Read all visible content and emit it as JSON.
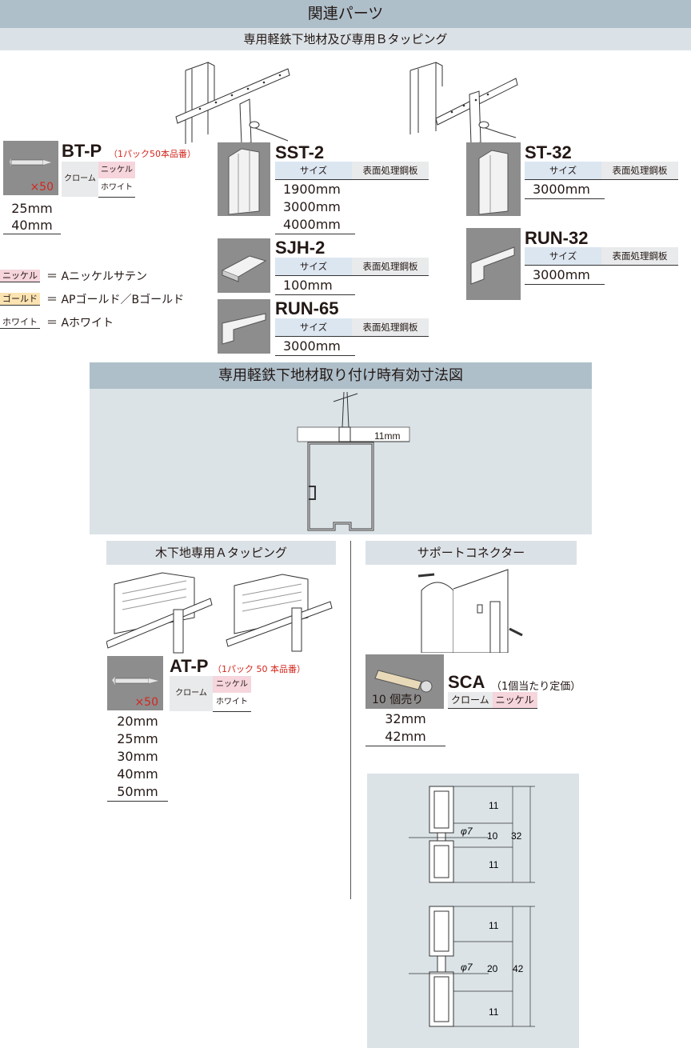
{
  "header": {
    "title": "関連パーツ",
    "subtitle": "専用軽鉄下地材及び専用Ｂタッピング"
  },
  "bt_p": {
    "name": "BT-P",
    "note": "（1パック50本品番）",
    "qty": "×50",
    "finish_label": "クローム",
    "finishes": [
      "ニッケル",
      "ホワイト"
    ],
    "sizes": [
      "25mm",
      "40mm"
    ]
  },
  "legend": [
    {
      "tag": "ニッケル",
      "text": "＝ Aニッケルサテン",
      "color": "#f6d5dd"
    },
    {
      "tag": "ゴールド",
      "text": "＝ APゴールド／Bゴールド",
      "color": "#fbe3b2"
    },
    {
      "tag": "ホワイト",
      "text": "＝ Aホワイト",
      "color": "#ffffff"
    }
  ],
  "table_headers": {
    "size": "サイズ",
    "material": "表面処理鋼板"
  },
  "sst2": {
    "name": "SST-2",
    "sizes": [
      "1900mm",
      "3000mm",
      "4000mm"
    ]
  },
  "sjh2": {
    "name": "SJH-2",
    "sizes": [
      "100mm"
    ]
  },
  "run65": {
    "name": "RUN-65",
    "sizes": [
      "3000mm"
    ]
  },
  "st32": {
    "name": "ST-32",
    "sizes": [
      "3000mm"
    ]
  },
  "run32": {
    "name": "RUN-32",
    "sizes": [
      "3000mm"
    ]
  },
  "dimension_section": {
    "title": "専用軽鉄下地材取り付け時有効寸法図",
    "dim_label": "11mm"
  },
  "wood_section": {
    "title": "木下地専用Ａタッピング"
  },
  "at_p": {
    "name": "AT-P",
    "note": "（1パック 50 本品番）",
    "qty": "×50",
    "finish_label": "クローム",
    "finishes": [
      "ニッケル",
      "ホワイト"
    ],
    "sizes": [
      "20mm",
      "25mm",
      "30mm",
      "40mm",
      "50mm"
    ]
  },
  "support_section": {
    "title": "サポートコネクター"
  },
  "sca": {
    "name": "SCA",
    "note": "（1個当たり定価）",
    "qty": "10 個売り",
    "finishes": [
      "クローム",
      "ニッケル"
    ],
    "sizes": [
      "32mm",
      "42mm"
    ]
  },
  "connector_dims": {
    "a": {
      "top": "11",
      "mid": "10",
      "bottom": "11",
      "total": "32",
      "dia": "φ7"
    },
    "b": {
      "top": "11",
      "mid": "20",
      "bottom": "11",
      "total": "42",
      "dia": "φ7"
    }
  },
  "colors": {
    "header_bar": "#aebfca",
    "sub_bar": "#dbe2e7",
    "nickel": "#f6d5dd",
    "gold": "#fbe3b2",
    "note_red": "#d4261d"
  }
}
